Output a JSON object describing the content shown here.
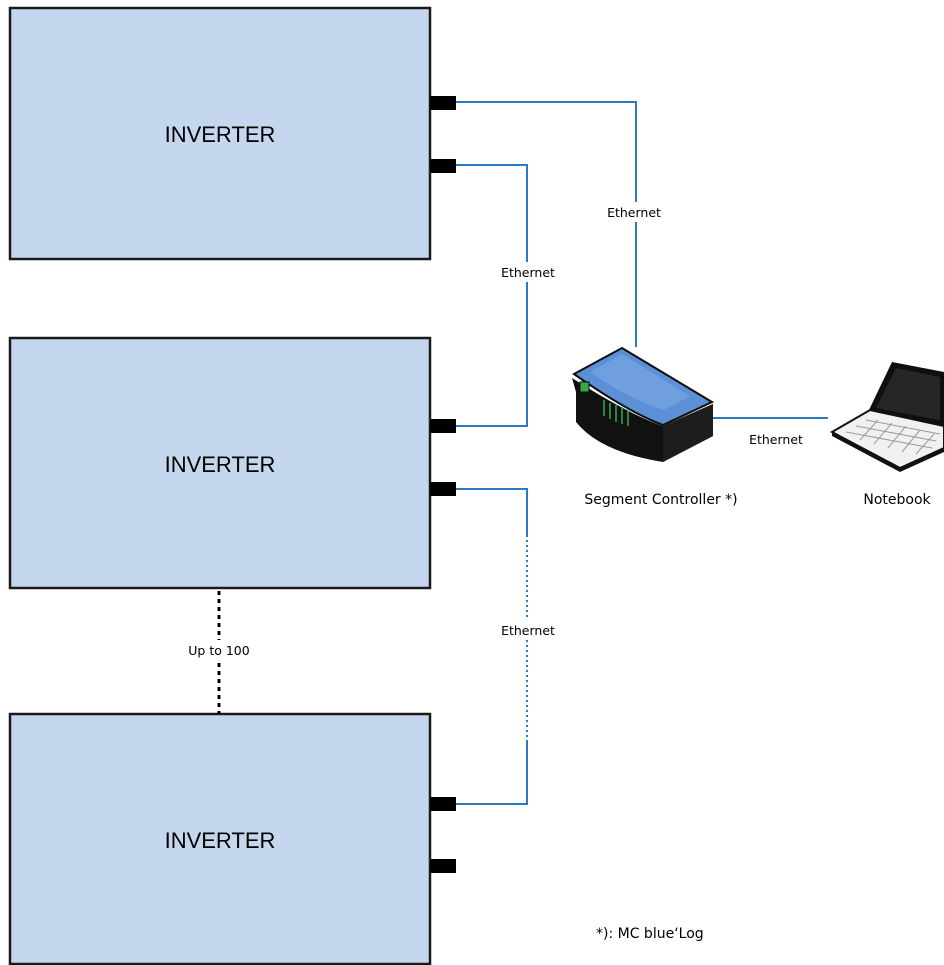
{
  "inverters": [
    {
      "label": "INVERTER"
    },
    {
      "label": "INVERTER"
    },
    {
      "label": "INVERTER"
    }
  ],
  "links": {
    "inv1_to_controller": "Ethernet",
    "inv1_to_inv2": "Ethernet",
    "inv2_to_inv3": "Ethernet",
    "controller_to_notebook": "Ethernet"
  },
  "chain_count_label": "Up to 100",
  "segment_controller": {
    "label": "Segment Controller *)",
    "icon": "network-device-icon"
  },
  "notebook": {
    "label": "Notebook",
    "icon": "laptop-icon"
  },
  "footnote": "*): MC blue‘Log",
  "colors": {
    "inverter_fill": "#c5d7ee",
    "ethernet_line": "#2b79c2",
    "controller_top": "#5b8fd6",
    "port": "#000000"
  }
}
